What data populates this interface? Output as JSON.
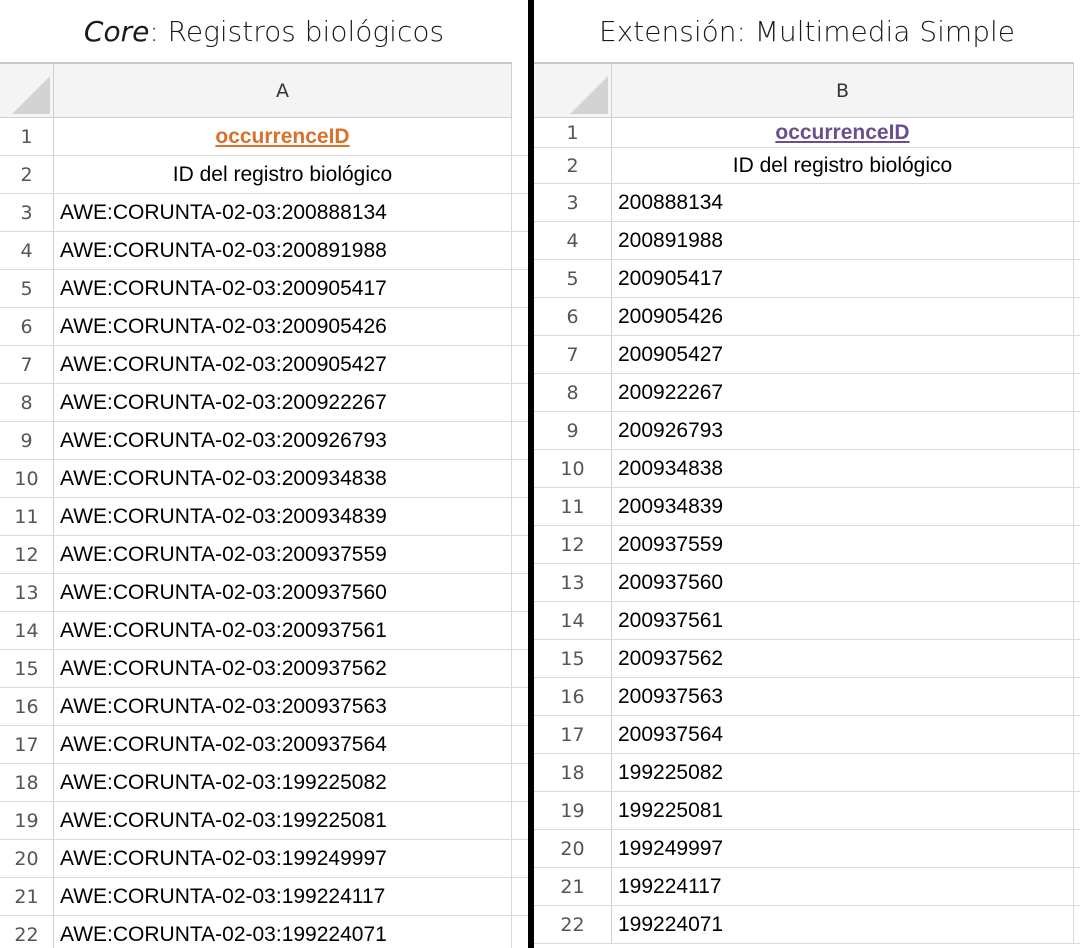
{
  "left": {
    "title_prefix": "Core",
    "title_rest": ": Registros biológicos",
    "column_letter": "A",
    "header_term": "occurrenceID",
    "header_term_color": "#d9712a",
    "header_desc": "ID del registro biológico",
    "values": [
      "AWE:CORUNTA-02-03:200888134",
      "AWE:CORUNTA-02-03:200891988",
      "AWE:CORUNTA-02-03:200905417",
      "AWE:CORUNTA-02-03:200905426",
      "AWE:CORUNTA-02-03:200905427",
      "AWE:CORUNTA-02-03:200922267",
      "AWE:CORUNTA-02-03:200926793",
      "AWE:CORUNTA-02-03:200934838",
      "AWE:CORUNTA-02-03:200934839",
      "AWE:CORUNTA-02-03:200937559",
      "AWE:CORUNTA-02-03:200937560",
      "AWE:CORUNTA-02-03:200937561",
      "AWE:CORUNTA-02-03:200937562",
      "AWE:CORUNTA-02-03:200937563",
      "AWE:CORUNTA-02-03:200937564",
      "AWE:CORUNTA-02-03:199225082",
      "AWE:CORUNTA-02-03:199225081",
      "AWE:CORUNTA-02-03:199249997",
      "AWE:CORUNTA-02-03:199224117",
      "AWE:CORUNTA-02-03:199224071"
    ]
  },
  "right": {
    "title": "Extensión: Multimedia Simple",
    "column_letter": "B",
    "header_term": "occurrenceID",
    "header_term_color": "#6b4e8e",
    "header_desc": "ID del registro biológico",
    "values": [
      "200888134",
      "200891988",
      "200905417",
      "200905426",
      "200905427",
      "200922267",
      "200926793",
      "200934838",
      "200934839",
      "200937559",
      "200937560",
      "200937561",
      "200937562",
      "200937563",
      "200937564",
      "199225082",
      "199225081",
      "199249997",
      "199224117",
      "199224071"
    ]
  },
  "row_numbers": [
    "1",
    "2",
    "3",
    "4",
    "5",
    "6",
    "7",
    "8",
    "9",
    "10",
    "11",
    "12",
    "13",
    "14",
    "15",
    "16",
    "17",
    "18",
    "19",
    "20",
    "21",
    "22"
  ]
}
